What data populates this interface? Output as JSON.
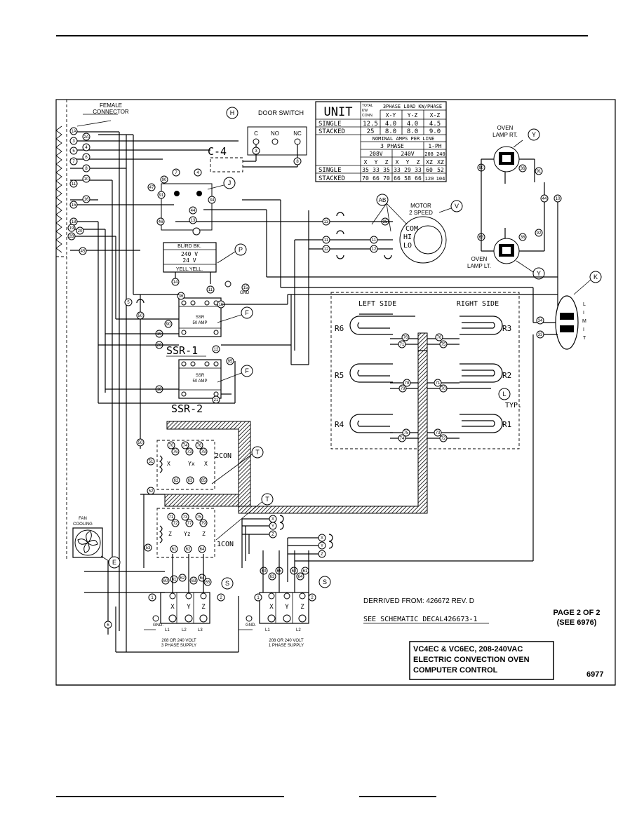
{
  "female_connector": "FEMALE\nCONNECTOR",
  "door_switch": {
    "id": "H",
    "title": "DOOR SWITCH",
    "terminals": [
      "C",
      "NO",
      "NC"
    ],
    "connector": "C-4"
  },
  "unit_table": {
    "title": "UNIT",
    "total_kw_header": "TOTAL KW CONN.",
    "load_header": "3PHASE LOAD KW/PHASE",
    "load_cols": [
      "X-Y",
      "Y-Z",
      "X-Z"
    ],
    "rows": [
      {
        "name": "SINGLE",
        "total": "12.5",
        "loads": [
          "4.0",
          "4.0",
          "4.5"
        ]
      },
      {
        "name": "STACKED",
        "total": "25",
        "loads": [
          "8.0",
          "8.0",
          "9.0"
        ]
      }
    ],
    "amps_header": "NOMINAL AMPS PER LINE",
    "phase3": "3 PHASE",
    "phase1": "1-PH",
    "v208": "208V",
    "v240": "240V",
    "v208240": "208 240",
    "amp_cols": [
      "X",
      "Y",
      "Z",
      "X",
      "Y",
      "Z",
      "XZ",
      "XZ"
    ],
    "amp_rows": [
      {
        "name": "SINGLE",
        "values": [
          "35",
          "33",
          "35",
          "33",
          "29",
          "33",
          "60",
          "52"
        ]
      },
      {
        "name": "STACKED",
        "values": [
          "70",
          "66",
          "70",
          "66",
          "58",
          "66",
          "120",
          "104"
        ]
      }
    ]
  },
  "components": {
    "lamp_rt": {
      "id": "Y",
      "label": "OVEN\nLAMP RT."
    },
    "lamp_lt": {
      "id": "Y",
      "label": "OVEN\nLAMP LT."
    },
    "motor": {
      "id": "V",
      "label": "MOTOR\n2 SPEED",
      "taps": [
        "COM",
        "HI",
        "LO"
      ]
    },
    "ab": "AB",
    "j": "J",
    "transformer": {
      "id": "P",
      "top": "BL/RD BK.",
      "v_pri": "240 V",
      "v_sec": "24 V",
      "bottom": "YELL.YELL."
    },
    "gnd": "GND",
    "ssr1": {
      "id": "F",
      "label": "SSR-1",
      "inner": "SSR\n50 AMP"
    },
    "ssr2": {
      "id": "F",
      "label": "SSR-2",
      "inner": "SSR\n50 AMP"
    },
    "limit": {
      "id": "K",
      "label": "LIMIT"
    },
    "heaters": {
      "left": "LEFT SIDE",
      "right": "RIGHT SIDE",
      "names": [
        "R6",
        "R5",
        "R4",
        "R3",
        "R2",
        "R1"
      ],
      "id": "L",
      "typ": "TYP."
    },
    "con2": {
      "id": "T",
      "label": "2CON",
      "terms": [
        "X",
        "Yx",
        "X"
      ]
    },
    "con1": {
      "id": "T",
      "label": "1CON",
      "terms": [
        "Z",
        "Yz",
        "Z"
      ]
    },
    "fan": {
      "id": "E",
      "label": "FAN\nCOOLING"
    },
    "supply3": {
      "id": "S",
      "terms": [
        "X",
        "Y",
        "Z"
      ],
      "lines": [
        "L1",
        "L2",
        "L3"
      ],
      "gnd": "GND.",
      "caption": "208 OR 240 VOLT\n3 PHASE SUPPLY"
    },
    "supply1": {
      "id": "S",
      "terms": [
        "X",
        "Y",
        "Z"
      ],
      "lines": [
        "L1",
        "L2"
      ],
      "gnd": "GND.",
      "caption": "208 OR 240 VOLT\n1 PHASE SUPPLY"
    }
  },
  "notes": {
    "derived": "DERRIVED FROM: 426672 REV. D",
    "schematic": "SEE SCHEMATIC DECAL426673-1",
    "page": "PAGE 2 OF 2",
    "see": "(SEE 6976)",
    "drawing_no": "6977"
  },
  "title_block": {
    "line1": "VC4EC & VC6EC,  208-240VAC",
    "line2": "ELECTRIC CONVECTION OVEN",
    "line3": "COMPUTER CONTROL"
  },
  "wire_numbers": [
    "1A",
    "2A",
    "3",
    "4",
    "5",
    "6",
    "7",
    "8",
    "10",
    "11",
    "15",
    "16",
    "18",
    "19",
    "20",
    "2B",
    "45",
    "13",
    "14",
    "41",
    "47",
    "90",
    "91",
    "44",
    "34",
    "5A",
    "9",
    "10",
    "11",
    "13",
    "12",
    "35",
    "36",
    "50",
    "51",
    "52",
    "60",
    "61",
    "62",
    "63",
    "64",
    "65",
    "70",
    "71",
    "72",
    "73",
    "74",
    "75",
    "76",
    "77",
    "78",
    "79"
  ]
}
